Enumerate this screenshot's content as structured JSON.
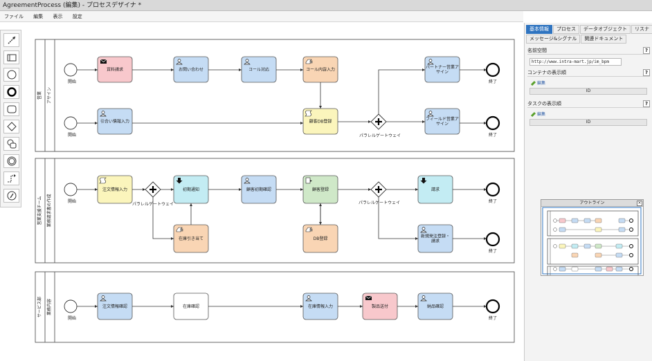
{
  "window": {
    "title": "AgreementProcess (編集) - プロセスデザイナ  *"
  },
  "menu": [
    "ファイル",
    "編集",
    "表示",
    "設定"
  ],
  "palette_tools": [
    "connect-tool-icon",
    "lane-tool-icon",
    "start-event-tool-icon",
    "end-event-tool-icon",
    "task-tool-icon",
    "gateway-tool-icon",
    "subprocess-tool-icon",
    "intermediate-event-tool-icon",
    "flow-tool-icon",
    "note-tool-icon"
  ],
  "pools": [
    {
      "label1": "営業",
      "label2": "アサイン"
    },
    {
      "label1": "営業支援チーム",
      "label2": "業務請求書の作成"
    },
    {
      "label1": "サービス部",
      "label2": "業務内容"
    }
  ],
  "events": {
    "start": "開始",
    "end": "終了"
  },
  "gateway_label": "パラレルゲートウェイ",
  "tasks": {
    "t1": "資料請求",
    "t2": "お問い合わせ",
    "t3": "コール対応",
    "t4": "コール内容入力",
    "t5": "パートナー営業アサイン",
    "t6": "引合い情報入力",
    "t7": "顧客DB登録",
    "t8": "フィールド営業アサイン",
    "t9": "注文情報入力",
    "t10": "初期通知",
    "t11": "顧客初期確認",
    "t12": "顧客登録",
    "t13": "請求",
    "t14": "在庫引き当て",
    "t15": "DB登録",
    "t16": "新規発注登録・請求",
    "t17": "注文情報確認",
    "t18": "在庫確認",
    "t19": "在庫情報入力",
    "t20": "製品送付",
    "t21": "納品確認"
  },
  "properties": {
    "tabs_row1": [
      "基本情報",
      "プロセス",
      "データオブジェクト",
      "リスナ"
    ],
    "tabs_row2": [
      "メッセージ&シグナル",
      "関連ドキュメント"
    ],
    "name_space_label": "名前空間",
    "name_space_value": "http://www.intra-mart.jp/im_bpm",
    "container_label": "コンテナの表示順",
    "task_label": "タスクの表示順",
    "edit_link": "編集",
    "id_col": "ID",
    "help": "?"
  },
  "outline": {
    "title": "アウトライン",
    "close": "×"
  },
  "colors": {
    "message": "#f8c8cc",
    "user": "#c5dcf4",
    "manual": "#f9d5b4",
    "script": "#fbf5bc",
    "receive": "#c3ecf3",
    "service": "#cfe8c8",
    "plain": "#ffffff",
    "accent": "#2f74c0"
  }
}
